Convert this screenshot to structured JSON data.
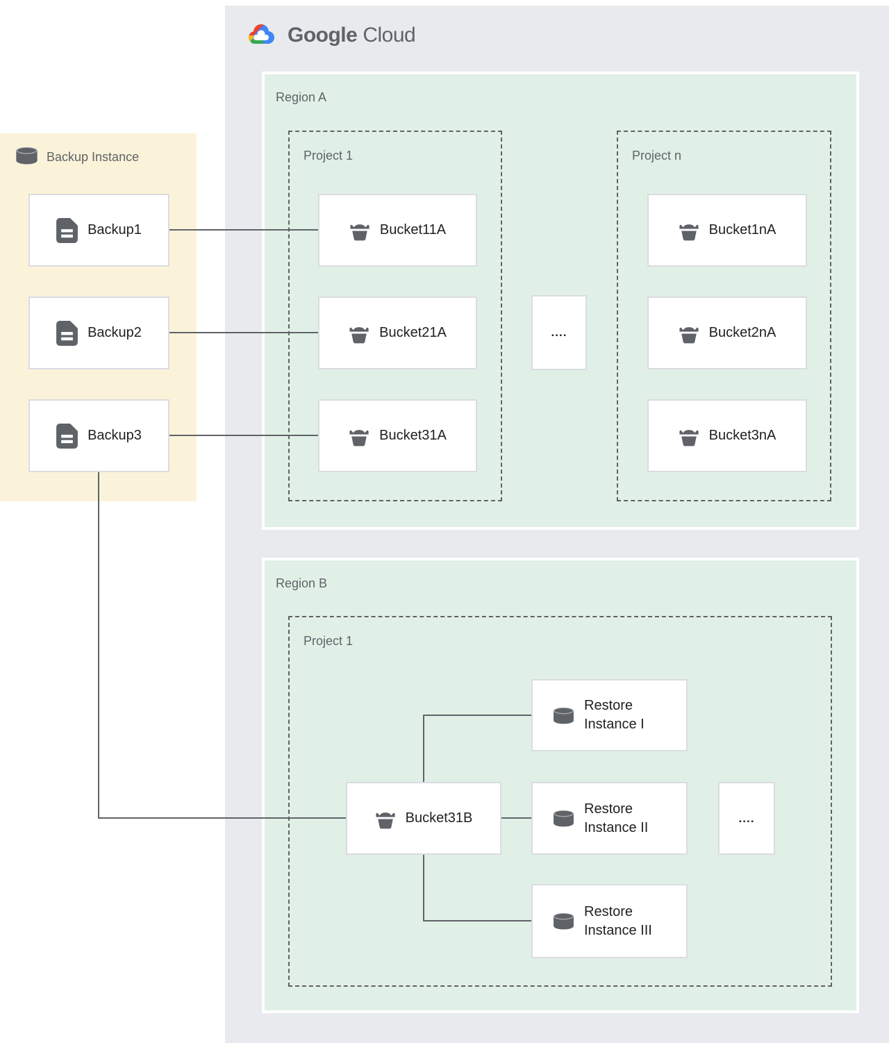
{
  "colors": {
    "container-bg": "#E8EAED",
    "region-bg": "#E1F0E7",
    "panel-bg": "#FBF3D9",
    "node-border": "#DADCE0",
    "line": "#5F6368",
    "label-gray": "#5F6368",
    "text-dark": "#202124",
    "icon-gray": "#5F6368",
    "logo-blue": "#4285F4",
    "logo-red": "#EA4335",
    "logo-yellow": "#FBBC05",
    "logo-green": "#34A853"
  },
  "logo": {
    "brand": "Google",
    "product": "Cloud"
  },
  "backup_panel": {
    "title": "Backup Instance",
    "items": [
      {
        "label": "Backup1"
      },
      {
        "label": "Backup2"
      },
      {
        "label": "Backup3"
      }
    ]
  },
  "region_a": {
    "name": "Region A",
    "ellipsis": "....",
    "project_1": {
      "name": "Project 1",
      "buckets": [
        {
          "label": "Bucket11A"
        },
        {
          "label": "Bucket21A"
        },
        {
          "label": "Bucket31A"
        }
      ]
    },
    "project_n": {
      "name": "Project n",
      "buckets": [
        {
          "label": "Bucket1nA"
        },
        {
          "label": "Bucket2nA"
        },
        {
          "label": "Bucket3nA"
        }
      ]
    }
  },
  "region_b": {
    "name": "Region B",
    "ellipsis": "....",
    "project_1": {
      "name": "Project 1"
    },
    "bucket": {
      "label": "Bucket31B"
    },
    "restore_instances": [
      {
        "label": "Restore Instance I"
      },
      {
        "label": "Restore Instance II"
      },
      {
        "label": "Restore Instance III"
      }
    ]
  }
}
